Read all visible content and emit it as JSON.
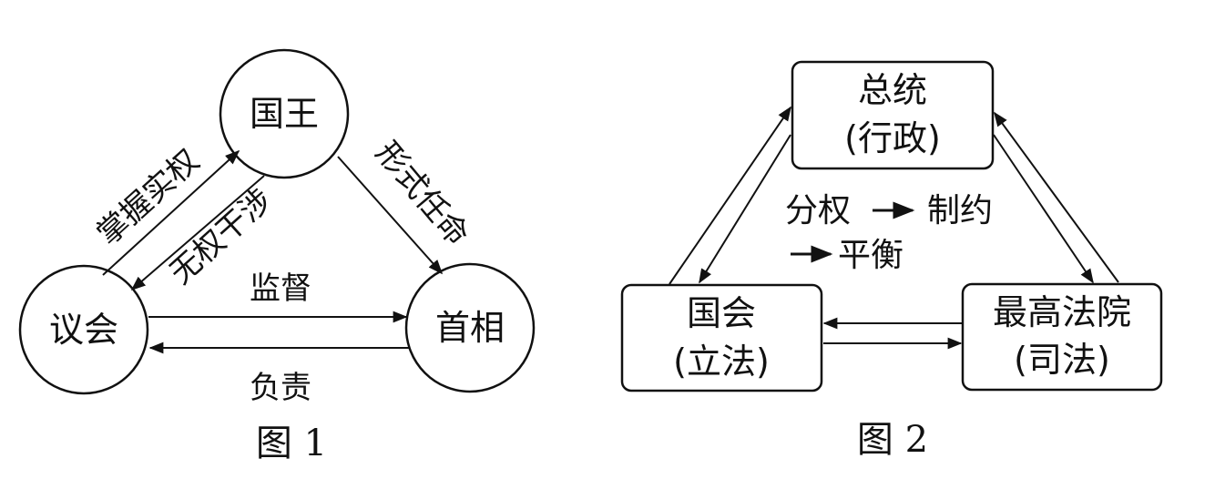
{
  "figure1": {
    "caption": "图 1",
    "nodes": {
      "king": "国王",
      "parliament": "议会",
      "prime_minister": "首相"
    },
    "edges": {
      "parliament_to_king": "掌握实权",
      "king_to_parliament": "无权干涉",
      "king_to_prime_minister": "形式任命",
      "parliament_to_prime_minister": "监督",
      "prime_minister_to_parliament": "负责"
    }
  },
  "figure2": {
    "caption": "图 2",
    "nodes": {
      "president_line1": "总统",
      "president_line2": "(行政)",
      "congress_line1": "国会",
      "congress_line2": "(立法)",
      "court_line1": "最高法院",
      "court_line2": "(司法)"
    },
    "center_text": {
      "line1_a": "分权",
      "line1_b": "制约",
      "line2": "平衡"
    }
  }
}
